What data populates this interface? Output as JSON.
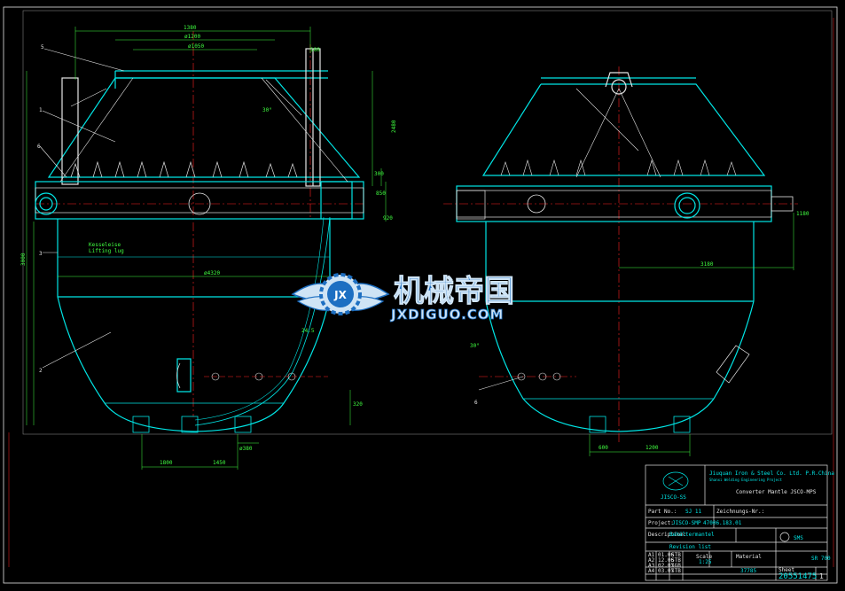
{
  "colors": {
    "background": "#000000",
    "outline": "#00e5e5",
    "fill_lines": "#e5e5e5",
    "dimension": "#40ff40",
    "accent_red": "#ff2020",
    "accent_yellow": "#ffff00",
    "watermark_blue": "#1d6fc2",
    "watermark_light": "#cfe4f5"
  },
  "watermark": {
    "title": "机械帝国",
    "subtitle": "JXDIGUO.COM",
    "logo_letters": "JX",
    "logo_icon": "gear-wings-icon"
  },
  "left_view": {
    "dimensions": {
      "top_overall": "1380",
      "top_inner_1": "ø1200",
      "top_inner_2": "ø1050",
      "top_right": "180",
      "angle": "30°",
      "height_right": "2480",
      "mid_right_1": "300",
      "mid_right_2": "850",
      "mid_right_3": "920",
      "diameter": "ø4320",
      "bottom_left": "1800",
      "bottom_right": "1450",
      "bottom_center": "ø380",
      "height_left": "3000",
      "lower_right": "320",
      "lower_angle": "24.5"
    },
    "notes": {
      "lifting_1": "Kesseleise",
      "lifting_2": "Lifting lug"
    },
    "callouts": [
      "5",
      "1",
      "6",
      "3",
      "2"
    ]
  },
  "right_view": {
    "dimensions": {
      "width_right": "3180",
      "side_right": "1180",
      "bottom_left": "600",
      "bottom_right": "1200",
      "angle": "30°"
    },
    "callouts": [
      "6"
    ]
  },
  "title_block": {
    "company_en": "Jiuquan Iron & Steel Co. Ltd. P.R.China",
    "company_sub": "Shanxi Welding Engineering Project",
    "logo_text": "JISCO-SS",
    "drawing_title": "Converter Mantle JSCO-MPS",
    "part_name_label": "Part No.:",
    "part_name_value": "SJ 11",
    "drawing_no_label": "Zeichnungs-Nr.:",
    "project_label": "Project:",
    "project_value": "JISCO-SMP",
    "project_code": "47006.183.01",
    "desc_label": "Description:",
    "desc_value": "Behältermantel",
    "scale_label": "Scale",
    "scale_value": "1:25",
    "material_label": "Material",
    "weight_value": "37785",
    "sheet_value": "SR 700",
    "drawing_number": "20551475",
    "revision": "1",
    "revisions_header": "Revision list",
    "rev_rows": [
      {
        "id": "A1",
        "date": "01.06",
        "by": "STB"
      },
      {
        "id": "A2",
        "date": "12.06",
        "by": "STB"
      },
      {
        "id": "A3",
        "date": "02.07",
        "by": "SGB"
      },
      {
        "id": "A4",
        "date": "03.07",
        "by": "STB"
      }
    ],
    "logo_right": "SMS",
    "sheet_label": "Sheet"
  }
}
